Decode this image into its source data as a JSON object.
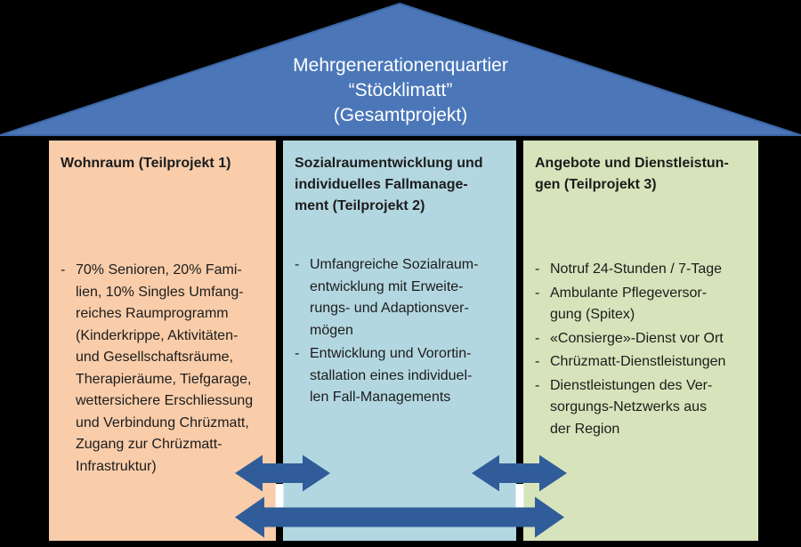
{
  "theme": {
    "background": "#000000",
    "roof_fill": "#4B77B9",
    "roof_stroke": "#3B65A4",
    "arrow_fill": "#305C99",
    "gap_highlight": "#ffffff",
    "col1_fill": "#F9CDAA",
    "col2_fill": "#B3D7E1",
    "col3_fill": "#D7E3BA",
    "text_color": "#1c1c1c",
    "roof_text_color": "#ffffff"
  },
  "bullet_marker": "-",
  "roof": {
    "title": "Mehrgenerationenquartier\n“Stöcklimatt”\n(Gesamtprojekt)"
  },
  "columns": [
    {
      "header": "Wohnraum (Teilprojekt 1)",
      "bullets": [
        "70% Senioren, 20% Fami-\nlien, 10% Singles Umfang-\nreiches Raumprogramm\n(Kinderkrippe, Aktivitäten-\nund Gesellschaftsräume,\nTherapieräume, Tiefgarage,\nwettersichere Erschliessung\nund Verbindung Chrüzmatt,\nZugang zur Chrüzmatt-\nInfrastruktur)"
      ]
    },
    {
      "header": "Sozialraumentwicklung und\nindividuelles Fallmanage-\nment (Teilprojekt 2)",
      "bullets": [
        "Umfangreiche Sozialraum-\nentwicklung mit Erweite-\nrungs- und Adaptionsver-\nmögen",
        "Entwicklung und Vorortin-\nstallation eines individuel-\nlen Fall-Managements"
      ]
    },
    {
      "header": "Angebote und Dienstleistun-\ngen (Teilprojekt 3)",
      "bullets": [
        "Notruf 24-Stunden / 7-Tage",
        "Ambulante Pflegeversor-\ngung (Spitex)",
        "«Consierge»-Dienst vor Ort",
        "Chrüzmatt-Dienstleistungen",
        "Dienstleistungen des Ver-\nsorgungs-Netzwerks aus\nder Region"
      ]
    }
  ],
  "connectors": [
    {
      "name": "double-arrow-col1-col2",
      "type": "bidirectional-arrow"
    },
    {
      "name": "double-arrow-col2-col3",
      "type": "bidirectional-arrow"
    },
    {
      "name": "double-arrow-col1-col3",
      "type": "bidirectional-arrow"
    }
  ]
}
